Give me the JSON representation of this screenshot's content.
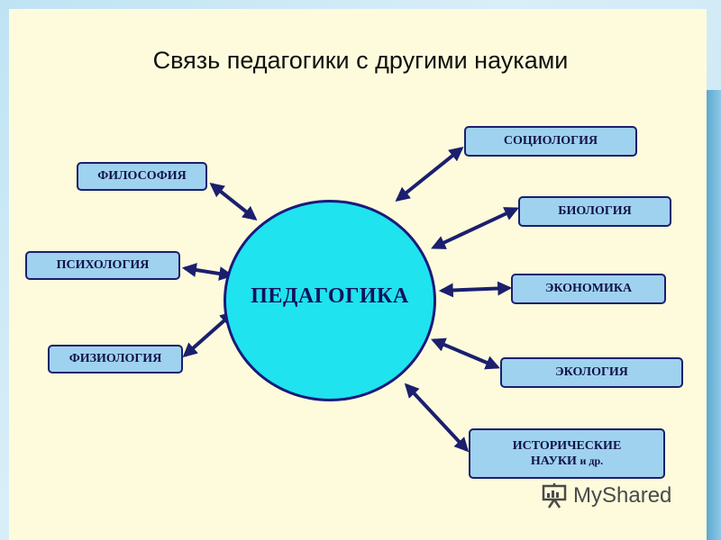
{
  "title": "Связь педагогики с другими науками",
  "center": {
    "label": "ПЕДАГОГИКА"
  },
  "sciences": {
    "philosophy": "ФИЛОСОФИЯ",
    "psychology": "ПСИХОЛОГИЯ",
    "physiology": "ФИЗИОЛОГИЯ",
    "sociology": "СОЦИОЛОГИЯ",
    "biology": "БИОЛОГИЯ",
    "economics": "ЭКОНОМИКА",
    "ecology": "ЭКОЛОГИЯ",
    "history_line1": "ИСТОРИЧЕСКИЕ",
    "history_line2": "НАУКИ",
    "history_suffix": "и др."
  },
  "logo": {
    "text": "MyShared",
    "icon": "presentation-board-icon"
  },
  "colors": {
    "circle_fill": "#1fe3ef",
    "box_fill": "#9fd2ee",
    "border": "#1b1f6e",
    "arrow": "#1b1f6e",
    "slide_bg": "#fdfbdc"
  }
}
